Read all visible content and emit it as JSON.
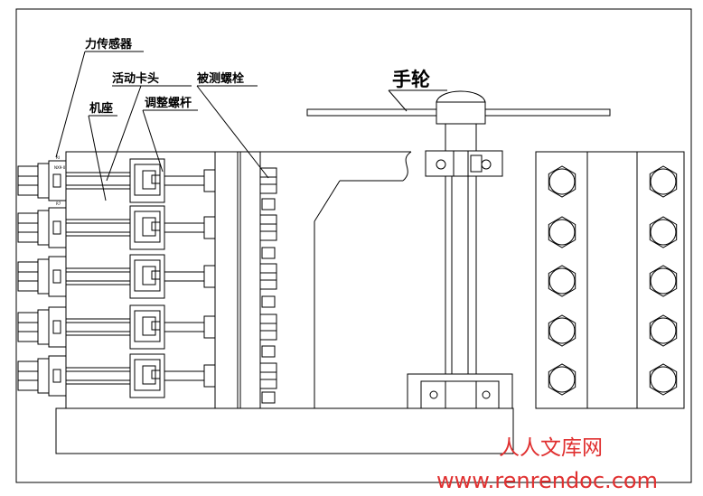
{
  "labels": {
    "force_sensor": "力传感器",
    "movable_chuck": "活动卡头",
    "tested_bolt": "被测螺栓",
    "machine_base": "机座",
    "adjusting_screw": "调整螺杆",
    "handwheel": "手轮"
  },
  "sensor_tiny": [
    "RI",
    "NX9-0",
    "R7"
  ],
  "watermark": {
    "brand": "人人文库网",
    "url": "www.renrendoc.com"
  },
  "accent_color": "#e03030"
}
